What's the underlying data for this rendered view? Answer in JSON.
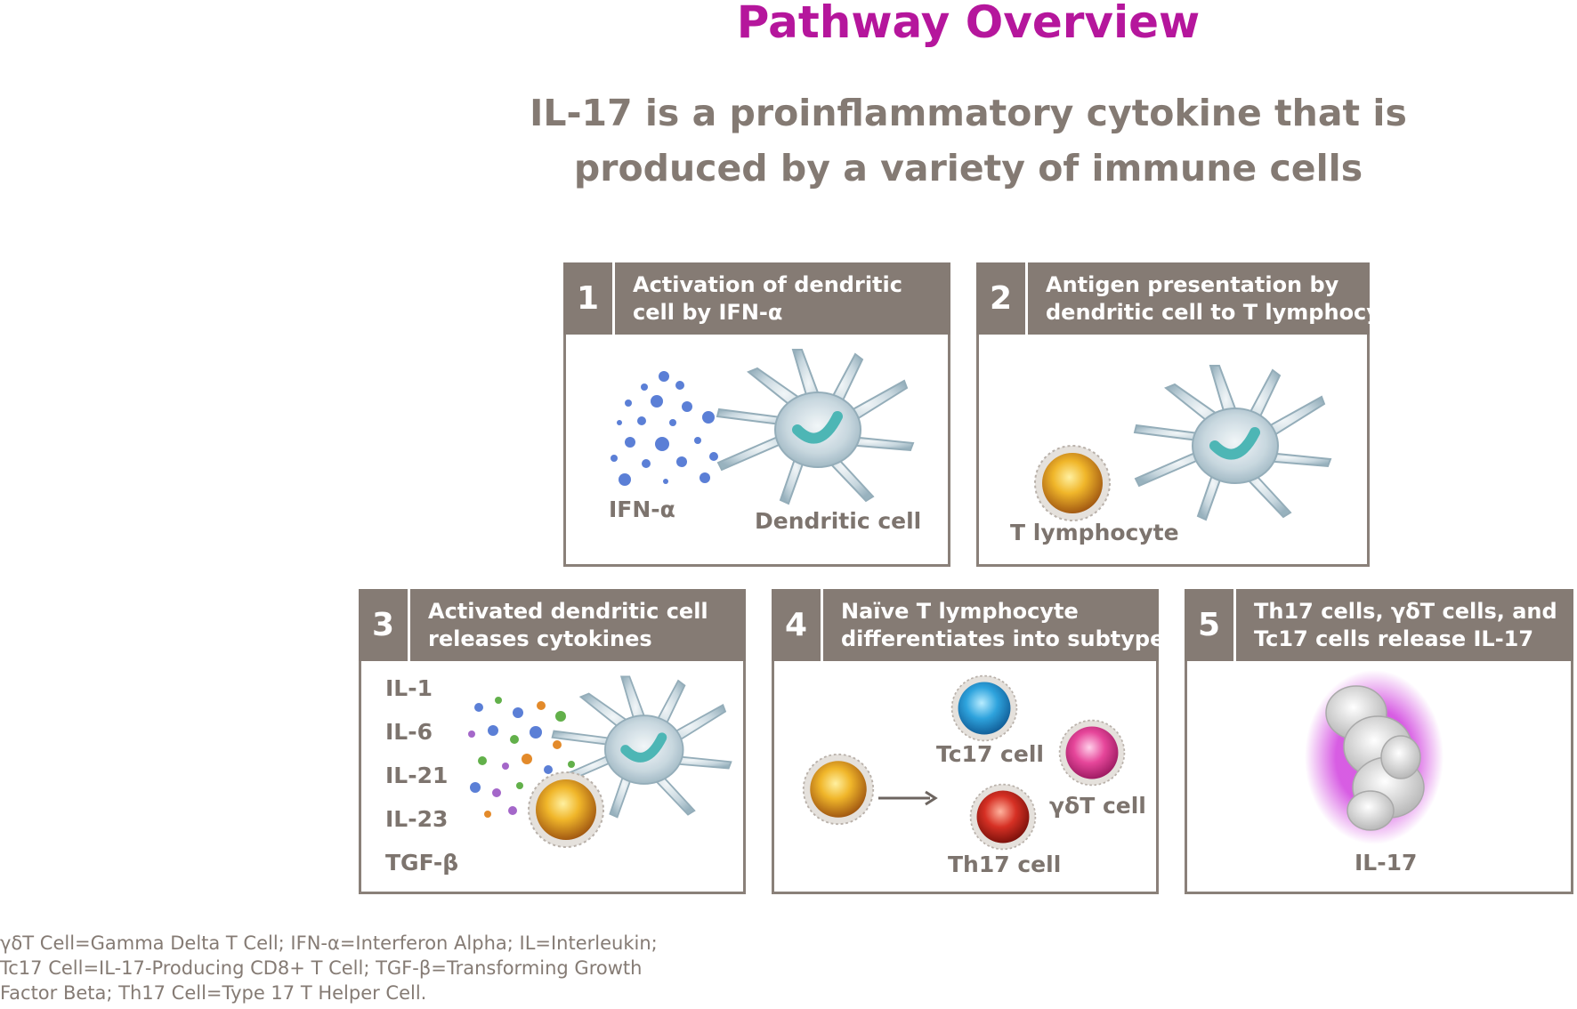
{
  "title": "Pathway Overview",
  "subtitle": {
    "line1": "IL-17 is a proinflammatory cytokine that is",
    "line2": "produced by a variety of immune cells"
  },
  "panels": [
    {
      "number": "1",
      "title_line1": "Activation of dendritic",
      "title_line2": "cell by IFN-α",
      "labels": [
        "IFN-α",
        "Dendritic cell"
      ]
    },
    {
      "number": "2",
      "title_line1": "Antigen presentation by",
      "title_line2": "dendritic cell to T lymphocyte",
      "labels": [
        "T lymphocyte"
      ]
    },
    {
      "number": "3",
      "title_line1": "Activated dendritic cell",
      "title_line2": "releases cytokines",
      "labels": [
        "IL-1",
        "IL-6",
        "IL-21",
        "IL-23",
        "TGF-β"
      ]
    },
    {
      "number": "4",
      "title_line1": "Naïve T lymphocyte",
      "title_line2": "differentiates into subtype",
      "labels": [
        "Tc17 cell",
        "γδT cell",
        "Th17 cell"
      ]
    },
    {
      "number": "5",
      "title_line1": "Th17 cells, γδT cells, and",
      "title_line2": "Tc17 cells release IL-17",
      "labels": [
        "IL-17"
      ]
    }
  ],
  "footnote": {
    "line1": "γδT Cell=Gamma Delta T Cell; IFN-α=Interferon Alpha; IL=Interleukin;",
    "line2": "Tc17 Cell=IL-17-Producing CD8+ T Cell; TGF-β=Transforming Growth",
    "line3": "Factor Beta; Th17 Cell=Type 17 T Helper Cell."
  },
  "colors": {
    "title": "#b5169c",
    "header": "#857b74",
    "text": "#7d746e",
    "dendritic": "#b9ccd6",
    "ifn": "#5b7fd6",
    "t_lymphocyte": "#e0a21f",
    "tc17": "#2ea3dd",
    "gd_t": "#e6469a",
    "th17": "#d63024",
    "il17_glow": "#d34be0"
  }
}
